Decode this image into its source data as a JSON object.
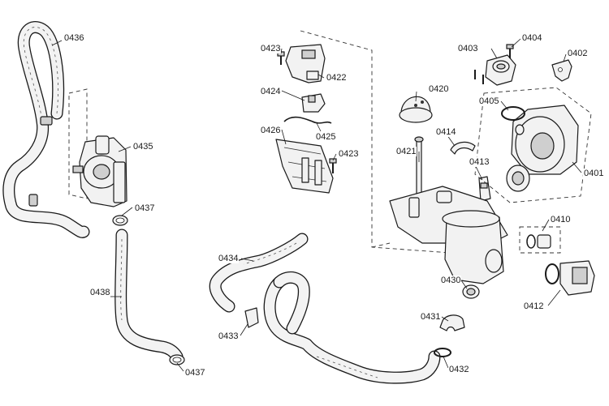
{
  "part_labels": {
    "p0401": "0401",
    "p0402": "0402",
    "p0403": "0403",
    "p0404": "0404",
    "p0405": "0405",
    "p0410": "0410",
    "p0412": "0412",
    "p0413": "0413",
    "p0414": "0414",
    "p0420": "0420",
    "p0421": "0421",
    "p0422": "0422",
    "p0423_top": "0423",
    "p0423_mid": "0423",
    "p0424": "0424",
    "p0425": "0425",
    "p0426": "0426",
    "p0430": "0430",
    "p0431": "0431",
    "p0432": "0432",
    "p0433": "0433",
    "p0434": "0434",
    "p0435": "0435",
    "p0436": "0436",
    "p0437_top": "0437",
    "p0437_bot": "0437",
    "p0438": "0438"
  }
}
